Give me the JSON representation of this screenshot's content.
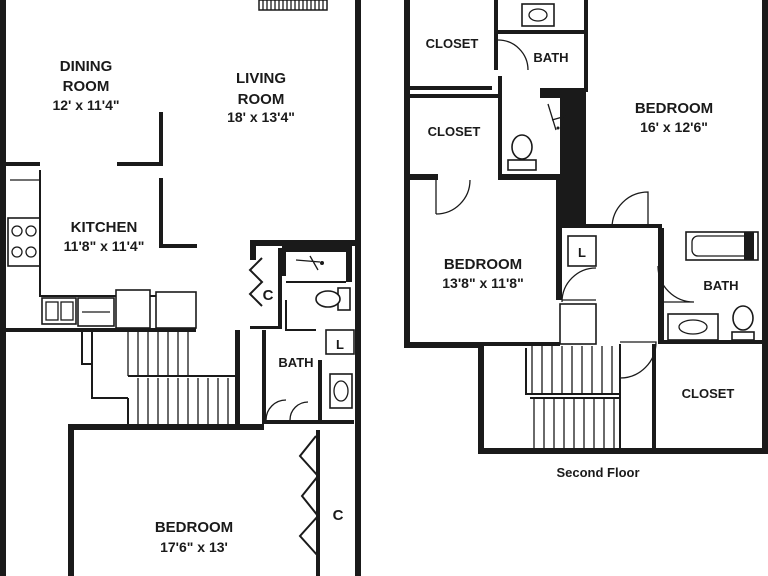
{
  "first_floor": {
    "dining_room": {
      "name_line1": "DINING",
      "name_line2": "ROOM",
      "dims": "12' x 11'4\""
    },
    "living_room": {
      "name_line1": "LIVING",
      "name_line2": "ROOM",
      "dims": "18' x 13'4\""
    },
    "kitchen": {
      "name": "KITCHEN",
      "dims": "11'8\" x 11'4\""
    },
    "closet": {
      "label": "C"
    },
    "bath": {
      "label": "BATH"
    },
    "laundry": {
      "label": "L"
    },
    "bedroom": {
      "name": "BEDROOM",
      "dims": "17'6\" x 13'"
    },
    "bedroom_closet": {
      "label": "C"
    }
  },
  "second_floor": {
    "caption": "Second Floor",
    "closet_top": {
      "label": "CLOSET"
    },
    "closet_mid": {
      "label": "CLOSET"
    },
    "bath_top": {
      "label": "BATH"
    },
    "bedroom_large": {
      "name": "BEDROOM",
      "dims": "16' x 12'6\""
    },
    "bedroom_small": {
      "name": "BEDROOM",
      "dims": "13'8\" x 11'8\""
    },
    "laundry": {
      "label": "L"
    },
    "bath_right": {
      "label": "BATH"
    },
    "closet_bottom": {
      "label": "CLOSET"
    }
  },
  "colors": {
    "ink": "#1a1a1a",
    "paper": "#ffffff"
  }
}
